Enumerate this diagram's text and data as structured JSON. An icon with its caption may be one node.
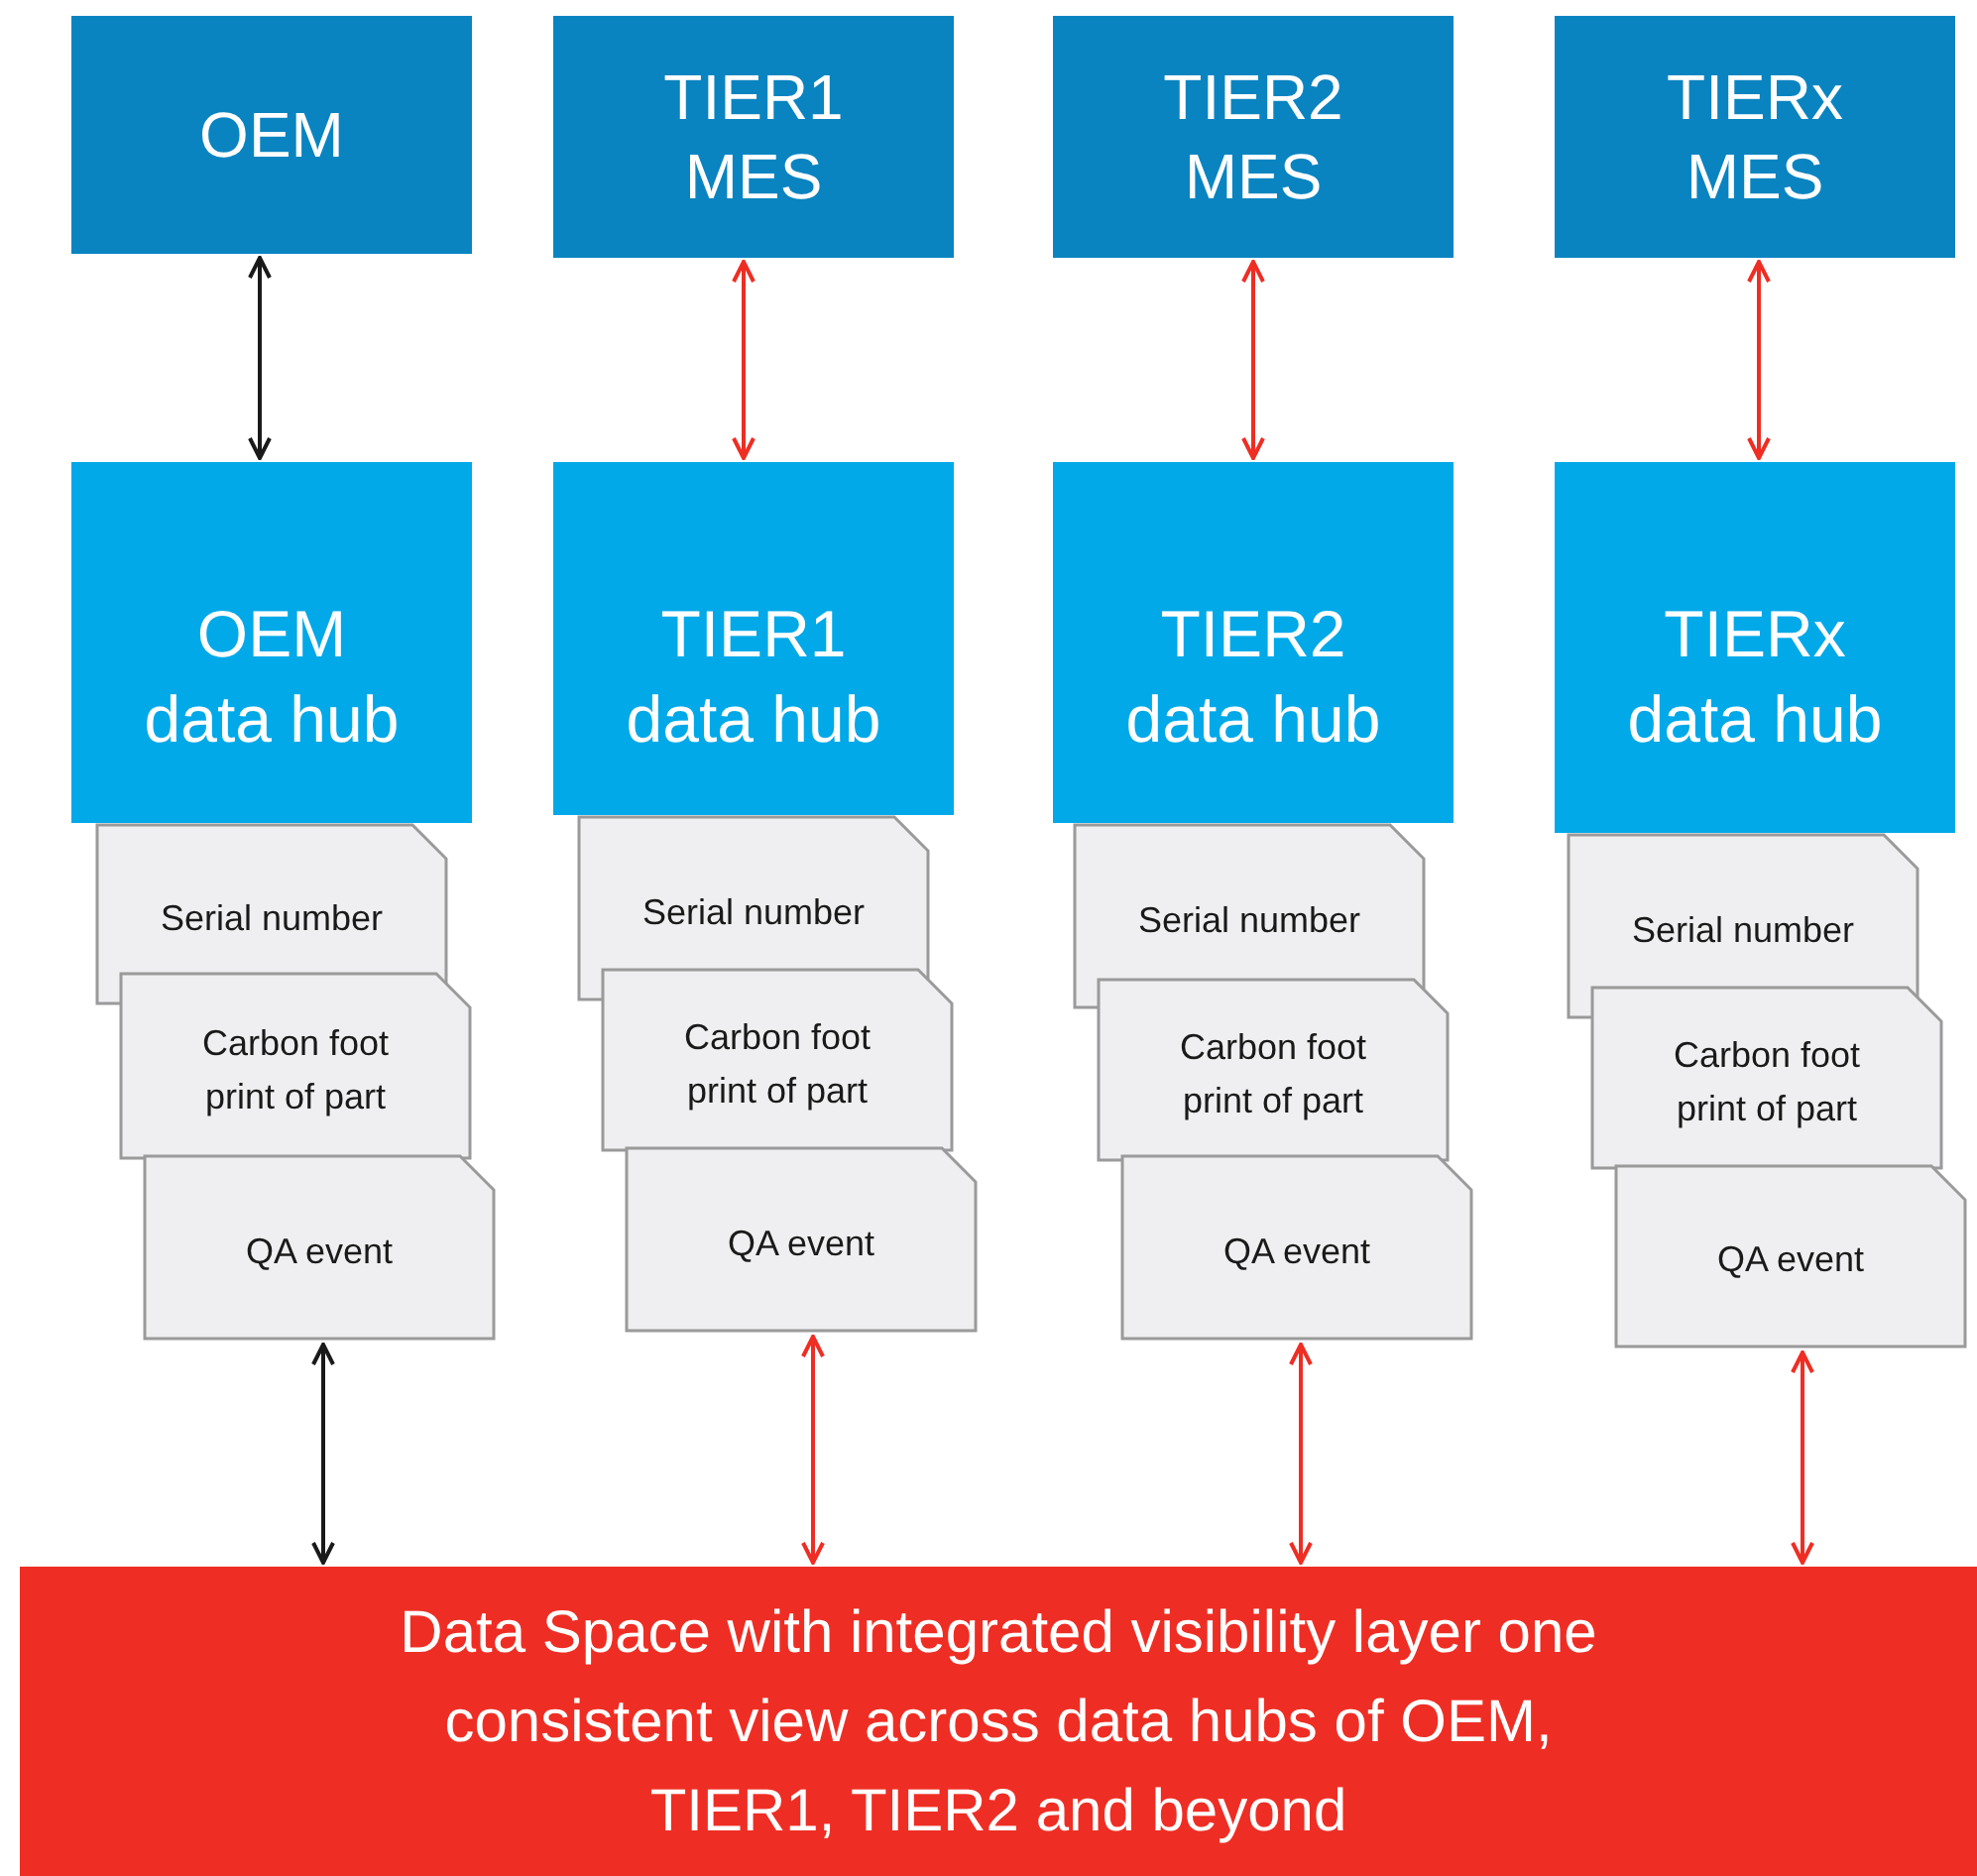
{
  "diagram": {
    "nodes": [
      {
        "text": [
          "OEM"
        ]
      },
      {
        "text": [
          "TIER1 MES"
        ]
      },
      {
        "text": [
          "TIER2 MES"
        ]
      },
      {
        "text": [
          "TIERx MES"
        ]
      },
      {
        "text": [
          "OEM data hub"
        ]
      },
      {
        "text": [
          "TIER1 data hub"
        ]
      },
      {
        "text": [
          "TIER2 data hub"
        ]
      },
      {
        "text": [
          "TIERx data hub"
        ]
      },
      {
        "text": [
          "Serial number"
        ]
      },
      {
        "text": [
          "Carbon foot print of part"
        ]
      },
      {
        "text": [
          "QA event"
        ]
      },
      {
        "text": [
          "Serial number"
        ]
      },
      {
        "text": [
          "Carbon foot print of part"
        ]
      },
      {
        "text": [
          "QA event"
        ]
      },
      {
        "text": [
          "Serial number"
        ]
      },
      {
        "text": [
          "Carbon foot print of part"
        ]
      },
      {
        "text": [
          "QA event"
        ]
      },
      {
        "text": [
          "Serial number"
        ]
      },
      {
        "text": [
          "Carbon foot print of part"
        ]
      },
      {
        "text": [
          "QA event"
        ]
      },
      {
        "text": [
          "Data Space with integrated visibility layer one consistent view across data hubs of OEM, TIER1, TIER2 and beyond"
        ]
      }
    ],
    "edges": [
      {
        "from": 0,
        "to": 4,
        "arrow": "both",
        "color": "#1a1a1a"
      },
      {
        "from": 1,
        "to": 5,
        "arrow": "both"
      },
      {
        "from": 2,
        "to": 6,
        "arrow": "both"
      },
      {
        "from": 3,
        "to": 7,
        "arrow": "both"
      },
      {
        "from": 10,
        "to": 20,
        "arrow": "both",
        "color": "#1a1a1a"
      },
      {
        "from": 13,
        "to": 20,
        "arrow": "both"
      },
      {
        "from": 16,
        "to": 20,
        "arrow": "both"
      },
      {
        "from": 19,
        "to": 20,
        "arrow": "both"
      }
    ]
  }
}
